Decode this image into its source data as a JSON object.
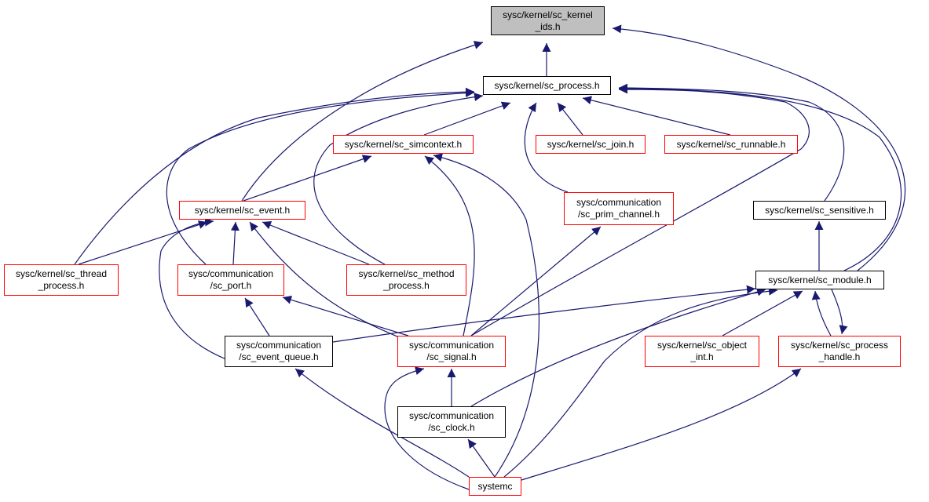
{
  "colors": {
    "edge": "#191970",
    "node_border": "#000000",
    "node_border_red": "#ff0000",
    "focus_fill": "#bfbfbf"
  },
  "nodes": {
    "ids": {
      "lines": [
        "sysc/kernel/sc_kernel",
        "_ids.h"
      ],
      "style": "focus"
    },
    "process": {
      "lines": [
        "sysc/kernel/sc_process.h"
      ],
      "style": "black"
    },
    "simcontext": {
      "lines": [
        "sysc/kernel/sc_simcontext.h"
      ],
      "style": "red"
    },
    "join": {
      "lines": [
        "sysc/kernel/sc_join.h"
      ],
      "style": "red"
    },
    "runnable": {
      "lines": [
        "sysc/kernel/sc_runnable.h"
      ],
      "style": "red"
    },
    "event": {
      "lines": [
        "sysc/kernel/sc_event.h"
      ],
      "style": "red"
    },
    "prim_channel": {
      "lines": [
        "sysc/communication",
        "/sc_prim_channel.h"
      ],
      "style": "red"
    },
    "sensitive": {
      "lines": [
        "sysc/kernel/sc_sensitive.h"
      ],
      "style": "black"
    },
    "thread": {
      "lines": [
        "sysc/kernel/sc_thread",
        "_process.h"
      ],
      "style": "red"
    },
    "port": {
      "lines": [
        "sysc/communication",
        "/sc_port.h"
      ],
      "style": "red"
    },
    "method": {
      "lines": [
        "sysc/kernel/sc_method",
        "_process.h"
      ],
      "style": "red"
    },
    "module": {
      "lines": [
        "sysc/kernel/sc_module.h"
      ],
      "style": "black"
    },
    "event_queue": {
      "lines": [
        "sysc/communication",
        "/sc_event_queue.h"
      ],
      "style": "black"
    },
    "signal": {
      "lines": [
        "sysc/communication",
        "/sc_signal.h"
      ],
      "style": "red"
    },
    "object_int": {
      "lines": [
        "sysc/kernel/sc_object",
        "_int.h"
      ],
      "style": "red"
    },
    "process_handle": {
      "lines": [
        "sysc/kernel/sc_process",
        "_handle.h"
      ],
      "style": "red"
    },
    "clock": {
      "lines": [
        "sysc/communication",
        "/sc_clock.h"
      ],
      "style": "black"
    },
    "systemc": {
      "lines": [
        "systemc"
      ],
      "style": "red"
    }
  },
  "edges": [
    [
      "process",
      "ids"
    ],
    [
      "event",
      "ids"
    ],
    [
      "module",
      "ids"
    ],
    [
      "simcontext",
      "process"
    ],
    [
      "join",
      "process"
    ],
    [
      "runnable",
      "process"
    ],
    [
      "prim_channel",
      "process"
    ],
    [
      "sensitive",
      "process"
    ],
    [
      "thread",
      "process"
    ],
    [
      "port",
      "process"
    ],
    [
      "method",
      "process"
    ],
    [
      "module",
      "process"
    ],
    [
      "signal",
      "process"
    ],
    [
      "event",
      "simcontext"
    ],
    [
      "signal",
      "simcontext"
    ],
    [
      "systemc",
      "simcontext"
    ],
    [
      "thread",
      "event"
    ],
    [
      "port",
      "event"
    ],
    [
      "method",
      "event"
    ],
    [
      "event_queue",
      "event"
    ],
    [
      "signal",
      "event"
    ],
    [
      "signal",
      "prim_channel"
    ],
    [
      "module",
      "sensitive"
    ],
    [
      "event_queue",
      "port"
    ],
    [
      "signal",
      "port"
    ],
    [
      "event_queue",
      "module"
    ],
    [
      "clock",
      "module"
    ],
    [
      "object_int",
      "module"
    ],
    [
      "process_handle",
      "module"
    ],
    [
      "module",
      "process_handle"
    ],
    [
      "systemc",
      "module"
    ],
    [
      "systemc",
      "event_queue"
    ],
    [
      "clock",
      "signal"
    ],
    [
      "systemc",
      "signal"
    ],
    [
      "systemc",
      "process_handle"
    ],
    [
      "systemc",
      "clock"
    ]
  ]
}
